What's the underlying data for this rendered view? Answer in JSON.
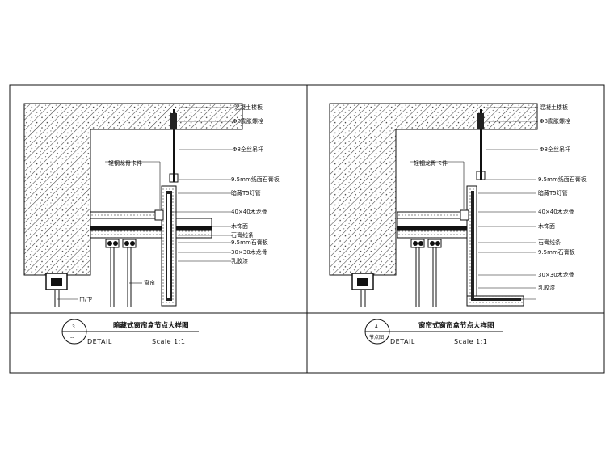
{
  "colors": {
    "ink": "#111111",
    "paper": "#ffffff",
    "hatch": "#333333"
  },
  "left_panel": {
    "labels": [
      "混凝土楼板",
      "Φ8膨胀螺栓",
      "Φ8全丝吊杆",
      "轻钢龙骨卡件",
      "9.5mm纸面石膏板",
      "暗藏T5灯管",
      "40×40木龙骨",
      "木饰面",
      "石膏线条",
      "9.5mm石膏板",
      "30×30木龙骨",
      "乳胶漆"
    ],
    "bottom_left_label": "ㄇ/ㄗ",
    "bottom_mid_label": "窗帘",
    "title": "暗藏式窗帘盒节点大样图",
    "detail_text": "DETAIL",
    "scale_text": "Scale 1:1",
    "bubble_top": "3",
    "bubble_bottom": "--"
  },
  "right_panel": {
    "labels": [
      "混凝土楼板",
      "Φ8膨胀螺栓",
      "Φ8全丝吊杆",
      "轻钢龙骨卡件",
      "9.5mm纸面石膏板",
      "暗藏T5灯管",
      "40×40木龙骨",
      "木饰面",
      "石膏线条",
      "9.5mm石膏板",
      "30×30木龙骨",
      "乳胶漆"
    ],
    "bottom_left_label": "",
    "bottom_mid_label": "",
    "title": "窗帘式窗帘盒节点大样图",
    "detail_text": "DETAIL",
    "scale_text": "Scale 1:1",
    "bubble_top": "4",
    "bubble_bottom": "节点图"
  }
}
